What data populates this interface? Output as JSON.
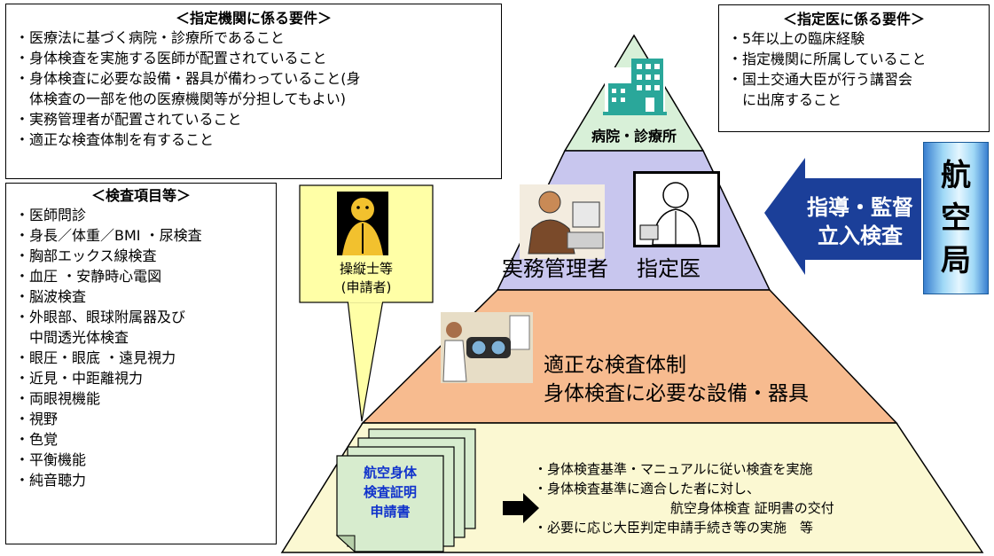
{
  "designated_institution": {
    "title": "＜指定機関に係る要件＞",
    "items": [
      "・医療法に基づく病院・診療所であること",
      "・身体検査を実施する医師が配置されていること",
      "・身体検査に必要な設備・器具が備わっていること(身",
      "　体検査の一部を他の医療機関等が分担してもよい)",
      "・実務管理者が配置されていること",
      "・適正な検査体制を有すること"
    ]
  },
  "designated_doctor": {
    "title": "＜指定医に係る要件＞",
    "items": [
      "・5年以上の臨床経験",
      "・指定機関に所属していること",
      "・国土交通大臣が行う講習会",
      "　に出席すること"
    ]
  },
  "exam_items": {
    "title": "＜検査項目等＞",
    "items": [
      "・医師問診",
      "・身長／体重／BMI ・尿検査",
      "・胸部エックス線検査",
      "・血圧 ・安静時心電図",
      "・脳波検査",
      "・外眼部、眼球附属器及び",
      "　中間透光体検査",
      "・眼圧・眼底 ・遠見視力",
      "・近見・中距離視力",
      "・両眼視機能",
      "・視野",
      "・色覚",
      "・平衡機能",
      "・純音聴力"
    ]
  },
  "pyramid": {
    "top_label": "病院・診療所",
    "tier2_labels": [
      "実務管理者",
      "指定医"
    ],
    "tier3_lines": [
      "適正な検査体制",
      "身体検査に必要な設備・器具"
    ],
    "bottom_lines": [
      "・身体検査基準・マニュアルに従い検査を実施",
      "・身体検査基準に適合した者に対し、",
      "航空身体検査 証明書の交付",
      "・必要に応じ大臣判定申請手続き等の実施　等"
    ]
  },
  "arrow": {
    "lines": [
      "指導・監督",
      "立入検査"
    ]
  },
  "aviation_bureau": {
    "chars": [
      "航",
      "空",
      "局"
    ]
  },
  "applicant": {
    "lines": [
      "操縦士等",
      "(申請者)"
    ]
  },
  "document": {
    "lines": [
      "航空身体",
      "検査証明",
      "申請書"
    ]
  },
  "colors": {
    "tier_top": "#d8f0d8",
    "tier2": "#c8c6ee",
    "tier3": "#f7bb8f",
    "tier4": "#fbf8d2",
    "callout": "#ffffa6",
    "arrow": "#1b3f99",
    "document": "#d7ecce",
    "doc_text": "#1133cc"
  }
}
